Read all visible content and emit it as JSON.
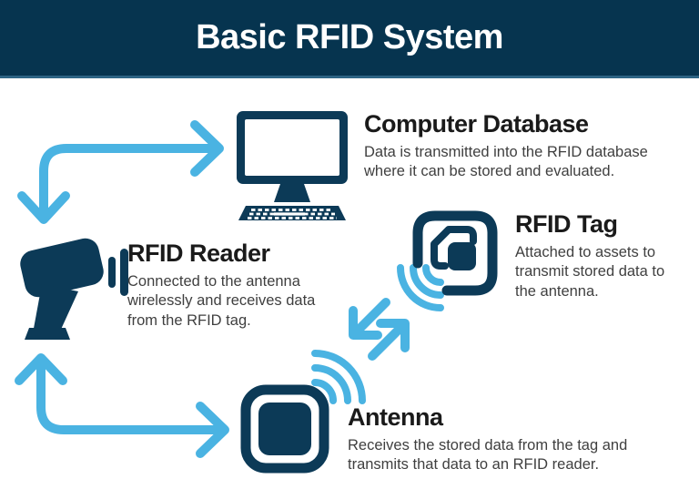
{
  "header": {
    "title": "Basic RFID System"
  },
  "colors": {
    "header_bg": "#06344f",
    "header_border": "#2d6484",
    "icon_navy": "#0c3a57",
    "arrow_blue": "#4ab3e2",
    "heading_text": "#1a1a1a",
    "body_text": "#3f3f3f",
    "background": "#ffffff"
  },
  "sections": {
    "computer_database": {
      "icon": "desktop-computer-icon",
      "title": "Computer Database",
      "description": "Data is transmitted into the RFID database where it can be stored and evaluated."
    },
    "rfid_tag": {
      "icon": "rfid-tag-icon",
      "title": "RFID Tag",
      "description": "Attached to assets to transmit stored data to the antenna."
    },
    "rfid_reader": {
      "icon": "rfid-reader-icon",
      "title": "RFID Reader",
      "description": "Connected to the antenna wirelessly and receives data from the RFID tag."
    },
    "antenna": {
      "icon": "antenna-icon",
      "title": "Antenna",
      "description": "Receives the stored data from the tag and transmits that data to an RFID reader."
    }
  },
  "connections": [
    {
      "name": "reader-to-computer",
      "type": "elbow-arrow",
      "heads": [
        "down",
        "right"
      ]
    },
    {
      "name": "antenna-to-reader",
      "type": "elbow-arrow",
      "heads": [
        "up",
        "right"
      ]
    },
    {
      "name": "tag-to-antenna",
      "type": "diagonal-arrow",
      "direction": "down-left"
    },
    {
      "name": "antenna-to-tag",
      "type": "diagonal-arrow",
      "direction": "up-right"
    },
    {
      "name": "tag-signal",
      "type": "wifi-waves",
      "direction": "south-west"
    },
    {
      "name": "antenna-signal",
      "type": "wifi-waves",
      "direction": "north-east"
    }
  ]
}
